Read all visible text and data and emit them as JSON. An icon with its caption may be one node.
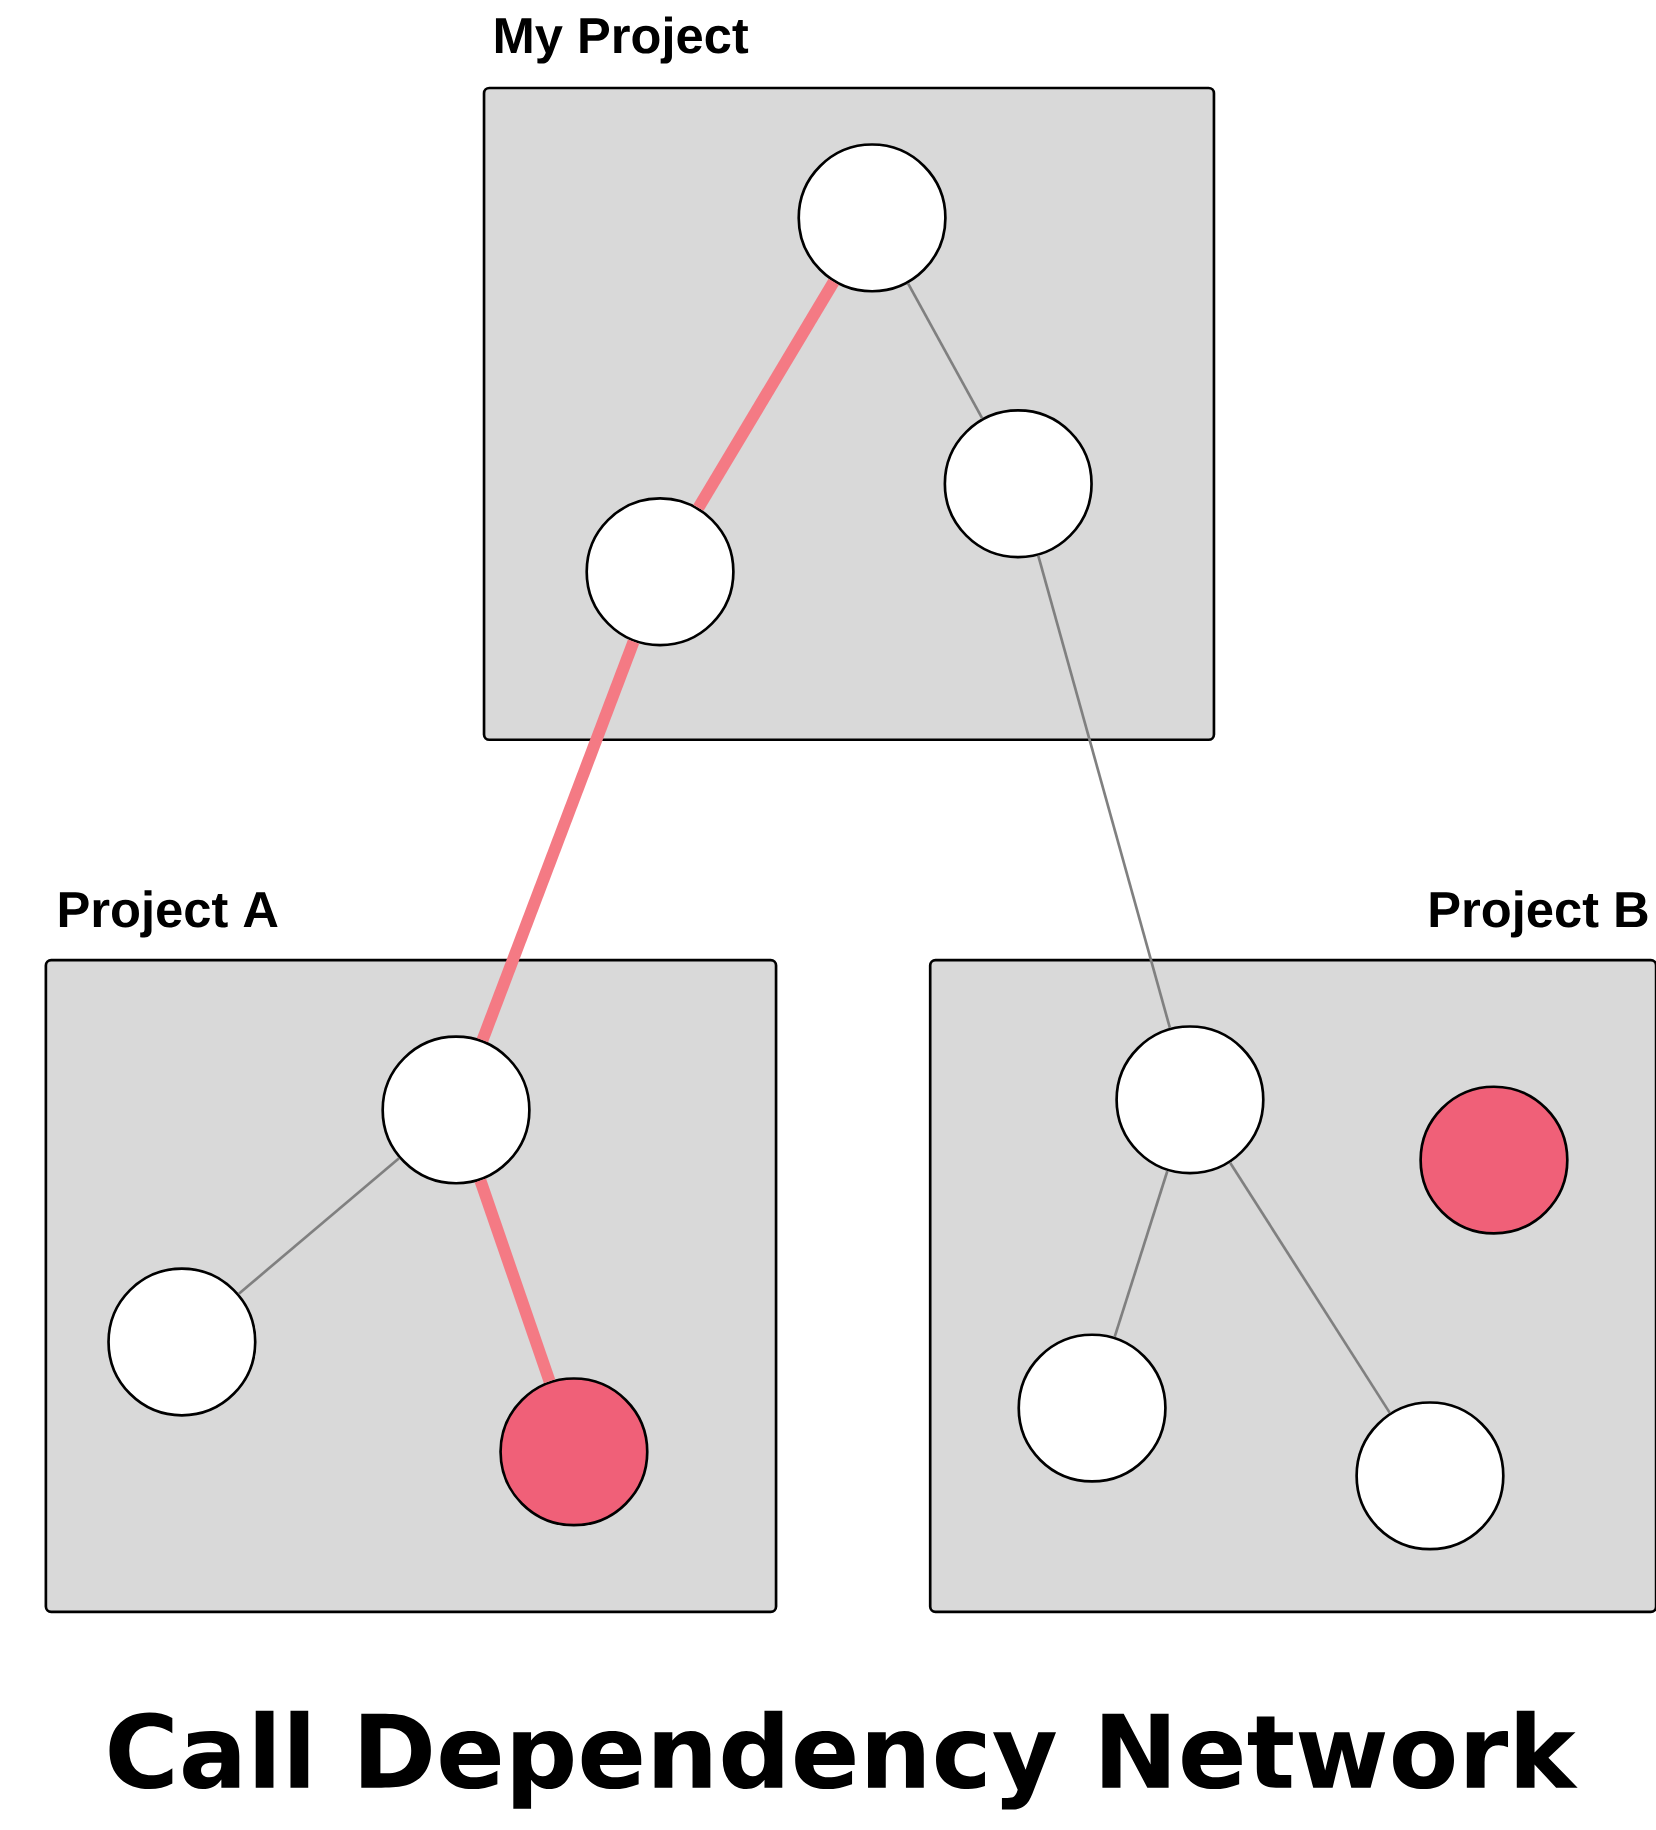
{
  "diagram": {
    "caption": "Call Dependency Network",
    "nodes": [
      {
        "text": [
          "My Project"
        ]
      },
      {
        "text": [],
        "shape": "circle",
        "in": 0
      },
      {
        "text": [],
        "shape": "circle",
        "in": 0
      },
      {
        "text": [],
        "shape": "circle",
        "in": 0
      },
      {
        "text": [
          "Project A"
        ]
      },
      {
        "text": [],
        "shape": "circle",
        "in": 4
      },
      {
        "text": [],
        "shape": "circle",
        "in": 4
      },
      {
        "text": [],
        "shape": "circle",
        "in": 4
      },
      {
        "text": [
          "Project B"
        ]
      },
      {
        "text": [],
        "shape": "circle",
        "in": 8
      },
      {
        "text": [],
        "shape": "circle",
        "in": 8
      },
      {
        "text": [],
        "shape": "circle",
        "in": 8
      },
      {
        "text": [],
        "shape": "circle",
        "in": 8
      }
    ],
    "edges": [
      {
        "from": 1,
        "to": 3,
        "arrow": "none",
        "style": "thick",
        "color": "#f47a84"
      },
      {
        "from": 1,
        "to": 2,
        "arrow": "none"
      },
      {
        "from": 3,
        "to": 5,
        "arrow": "none",
        "style": "thick",
        "color": "#f47a84"
      },
      {
        "from": 2,
        "to": 9,
        "arrow": "none"
      },
      {
        "from": 5,
        "to": 6,
        "arrow": "none"
      },
      {
        "from": 5,
        "to": 7,
        "arrow": "none",
        "style": "thick",
        "color": "#f47a84"
      },
      {
        "from": 9,
        "to": 11,
        "arrow": "none"
      },
      {
        "from": 9,
        "to": 12,
        "arrow": "none"
      }
    ]
  }
}
